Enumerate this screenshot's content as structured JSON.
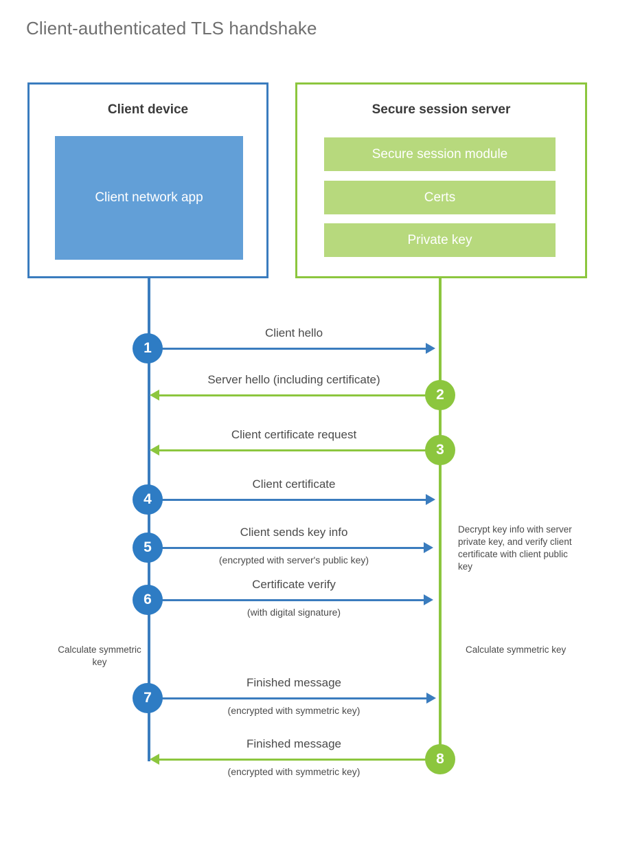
{
  "title": "Client-authenticated TLS handshake",
  "colors": {
    "blue_border": "#3a7cbe",
    "blue_circle": "#2e7cc4",
    "blue_fill": "#629fd7",
    "green_border": "#8cc63e",
    "green_circle": "#8cc63e",
    "green_fill": "#b7d97d",
    "title_text": "#6f6f6f",
    "body_text": "#4a4a4a"
  },
  "client": {
    "title": "Client device",
    "app_label": "Client network app"
  },
  "server": {
    "title": "Secure session server",
    "components": [
      {
        "label": "Secure session module"
      },
      {
        "label": "Certs"
      },
      {
        "label": "Private key"
      }
    ]
  },
  "messages": [
    {
      "number": "1",
      "label": "Client hello",
      "sub": "",
      "direction": "client-to-server",
      "color": "blue"
    },
    {
      "number": "2",
      "label": "Server hello (including certificate)",
      "sub": "",
      "direction": "server-to-client",
      "color": "green"
    },
    {
      "number": "3",
      "label": "Client certificate request",
      "sub": "",
      "direction": "server-to-client",
      "color": "green"
    },
    {
      "number": "4",
      "label": "Client certificate",
      "sub": "",
      "direction": "client-to-server",
      "color": "blue"
    },
    {
      "number": "5",
      "label": "Client sends key info",
      "sub": "(encrypted with server's public key)",
      "direction": "client-to-server",
      "color": "blue"
    },
    {
      "number": "6",
      "label": "Certificate verify",
      "sub": "(with digital signature)",
      "direction": "client-to-server",
      "color": "blue"
    },
    {
      "number": "7",
      "label": "Finished message",
      "sub": "(encrypted with symmetric key)",
      "direction": "client-to-server",
      "color": "blue"
    },
    {
      "number": "8",
      "label": "Finished message",
      "sub": "(encrypted with symmetric key)",
      "direction": "server-to-client",
      "color": "green"
    }
  ],
  "annotations": {
    "server_decrypt": "Decrypt key info with server private key, and verify client certificate with client public key",
    "client_calculate": "Calculate symmetric key",
    "server_calculate": "Calculate symmetric key"
  }
}
